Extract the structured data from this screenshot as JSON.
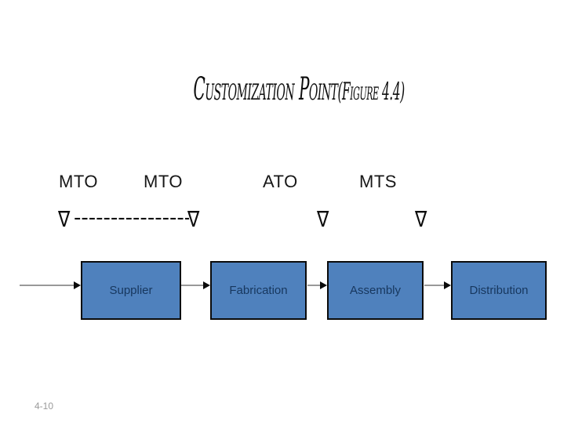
{
  "title": {
    "main": "Customization Point",
    "suffix": "(Figure 4.4)"
  },
  "category_labels": [
    {
      "text": "MTO"
    },
    {
      "text": "MTO"
    },
    {
      "text": "ATO"
    },
    {
      "text": "MTS"
    }
  ],
  "markers": {
    "symbol": "∇",
    "dash_line": "------------------"
  },
  "flow": {
    "boxes": [
      {
        "label": "Supplier"
      },
      {
        "label": "Fabrication"
      },
      {
        "label": "Assembly"
      },
      {
        "label": "Distribution"
      }
    ]
  },
  "footer": {
    "page_number": "4-10"
  },
  "colors": {
    "box_fill": "#4f81bd",
    "box_border": "#0b0b0b",
    "box_text": "#17375e",
    "arrow_line": "#999999",
    "arrow_head": "#0b0b0b",
    "title_text": "#0d0d0d",
    "page_number": "#9a9a9a",
    "background": "#ffffff"
  }
}
